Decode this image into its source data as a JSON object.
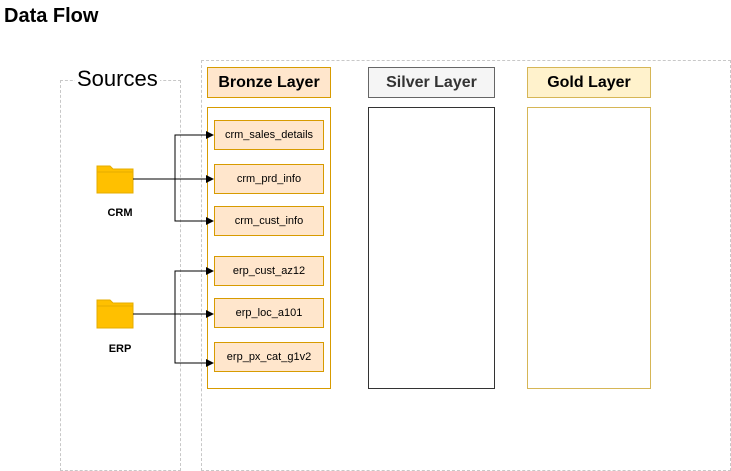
{
  "title": "Data Flow",
  "sources": {
    "label": "Sources",
    "items": [
      {
        "name": "CRM",
        "icon": "folder-icon"
      },
      {
        "name": "ERP",
        "icon": "folder-icon"
      }
    ]
  },
  "layers": {
    "bronze": {
      "label": "Bronze Layer",
      "color": "#ffe6cc",
      "border": "#d79b00"
    },
    "silver": {
      "label": "Silver Layer",
      "color": "#f5f5f5",
      "border": "#666666"
    },
    "gold": {
      "label": "Gold Layer",
      "color": "#fff2cc",
      "border": "#d6b656"
    }
  },
  "tables": [
    "crm_sales_details",
    "crm_prd_info",
    "crm_cust_info",
    "erp_cust_az12",
    "erp_loc_a101",
    "erp_px_cat_g1v2"
  ],
  "colors": {
    "folder": "#ffc000",
    "folder_dark": "#e6ac00",
    "arrow": "#000000"
  }
}
